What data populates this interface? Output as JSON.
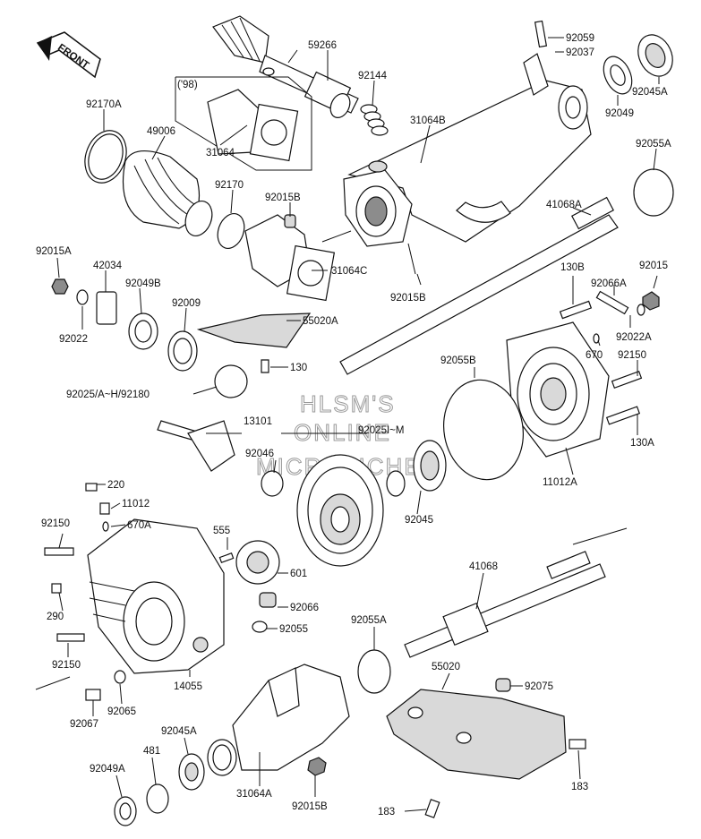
{
  "front_badge": "FRONT",
  "watermark": [
    "HLSM'S",
    "ONLINE",
    "MICROFICHE"
  ],
  "year_note": "('98)",
  "part_labels": {
    "p92059": "92059",
    "p92037": "92037",
    "p59266": "59266",
    "p92045A_top": "92045A",
    "p92049_top": "92049",
    "p92144": "92144",
    "p31064B": "31064B",
    "p92170A": "92170A",
    "p49006": "49006",
    "p31064": "31064",
    "p92055A_top": "92055A",
    "p92170": "92170",
    "p92015B_top": "92015B",
    "p41068A": "41068A",
    "p92015A": "92015A",
    "p42034": "42034",
    "p92049B": "92049B",
    "p92009": "92009",
    "p31064C": "31064C",
    "p92015B_mid": "92015B",
    "p130B": "130B",
    "p92015": "92015",
    "p92066A": "92066A",
    "p92022": "92022",
    "p55020A": "55020A",
    "p92022A": "92022A",
    "p670": "670",
    "p130": "130",
    "p92055B": "92055B",
    "p92150_right": "92150",
    "p92025AH": "92025/A~H/92180",
    "p13101": "13101",
    "p92025IM": "92025I~M",
    "p130A": "130A",
    "p92046": "92046",
    "p11012A": "11012A",
    "p220": "220",
    "p11012": "11012",
    "p92045": "92045",
    "p92150_left": "92150",
    "p670A": "670A",
    "p555": "555",
    "p601": "601",
    "p41068": "41068",
    "p290": "290",
    "p92066": "92066",
    "p92055": "92055",
    "p92055A_bot": "92055A",
    "p55020": "55020",
    "p92150_bot": "92150",
    "p14055": "14055",
    "p92075": "92075",
    "p92067": "92067",
    "p92065": "92065",
    "p92045A_bot": "92045A",
    "p481": "481",
    "p92049A": "92049A",
    "p31064A": "31064A",
    "p92015B_bot": "92015B",
    "p183_right": "183",
    "p183_bot": "183"
  }
}
